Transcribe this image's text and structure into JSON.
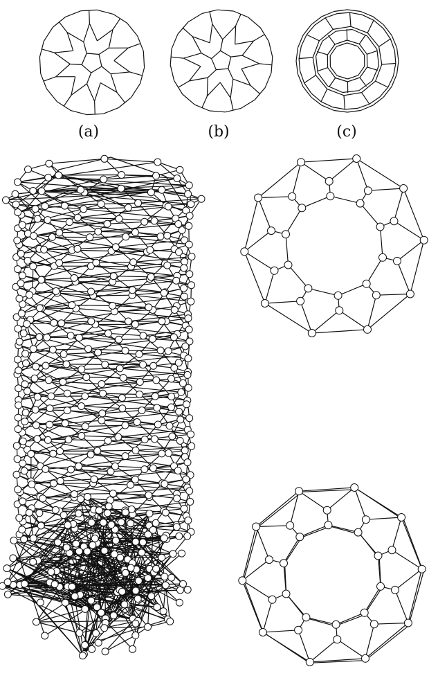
{
  "figure": {
    "captions": {
      "a": "(a)",
      "b": "(b)",
      "c": "(c)"
    },
    "panels": [
      {
        "id": "a",
        "kind": "polyhedron-wireframe",
        "description_shape": "truncated-icosahedron"
      },
      {
        "id": "b",
        "kind": "polyhedron-wireframe",
        "description_shape": "truncated-icosahedron"
      },
      {
        "id": "c",
        "kind": "polyhedron-wireframe",
        "description_shape": "nested-ring-cage"
      },
      {
        "id": "tube",
        "kind": "node-link-graph"
      },
      {
        "id": "ring-top",
        "kind": "node-link-graph"
      },
      {
        "id": "ring-bottom",
        "kind": "node-link-graph"
      }
    ]
  }
}
